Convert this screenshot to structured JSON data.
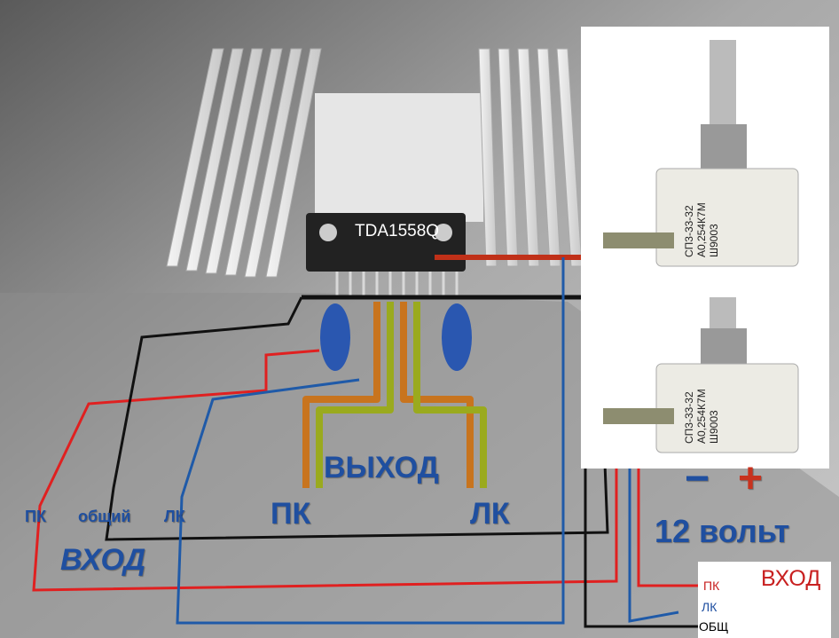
{
  "chip": {
    "label": "TDA1558Q"
  },
  "output": {
    "title": "ВЫХОД",
    "right_label": "ПК",
    "left_label": "ЛК"
  },
  "input_left": {
    "right_ch": "ПК",
    "common": "общий",
    "left_ch": "ЛК",
    "title": "ВХОД"
  },
  "power": {
    "minus": "−",
    "plus": "+",
    "label": "12 вольт"
  },
  "input_right": {
    "title": "ВХОД",
    "right_ch": "ПК",
    "left_ch": "ЛК",
    "common": "ОБЩ"
  },
  "potentiometer": {
    "line1": "СП3-33-32",
    "line2": "А0,254К7М",
    "line3": "Ш9003"
  },
  "colors": {
    "red_wire": "#e02020",
    "blue_wire": "#1f5aa8",
    "black_wire": "#111111",
    "label_blue": "#1f4fa0",
    "plus_red": "#c8321e"
  }
}
